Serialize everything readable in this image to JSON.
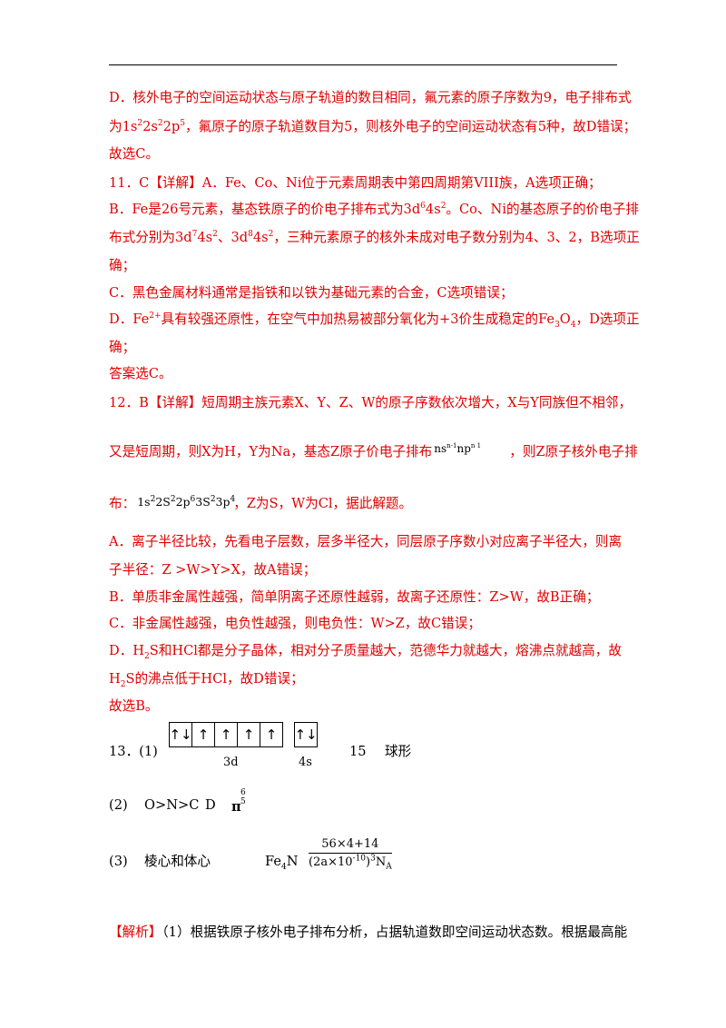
{
  "lines": {
    "d_line1": "D．核外电子的空间运动状态与原子轨道的数目相同，氟元素的原子序数为9，电子排布式",
    "d_line2_a": "为1s",
    "d_line2_b": "2s",
    "d_line2_c": "2p",
    "d_line2_d": "，氟原子的原子轨道数目为5，则核外电子的空间运动状态有5种，故D错误；",
    "ans10": "故选C。",
    "q11_a": "11．C【详解】A．Fe、Co、Ni位于元素周期表中第四周期第VIII族，A选项正确；",
    "q11_b1": "B．Fe是26号元素，基态铁原子的价电子排布式为3d",
    "q11_b2": "4s",
    "q11_b3": "。Co、Ni的基态原子的价电子排",
    "q11_b4": "布式分别为3d",
    "q11_b5": "4s",
    "q11_b6": "、3d",
    "q11_b7": "4s",
    "q11_b8": "，三种元素原子的核外未成对电子数分别为4、3、2，B选项正",
    "q11_b9": "确；",
    "q11_c": "C．黑色金属材料通常是指铁和以铁为基础元素的合金，C选项错误；",
    "q11_d1": "D．Fe",
    "q11_d2": "具有较强还原性，在空气中加热易被部分氧化为+3价生成稳定的Fe",
    "q11_d3": "O",
    "q11_d4": "，D选项正",
    "q11_d5": "确；",
    "ans11": "答案选C。",
    "q12_1": "12．B【详解】短周期主族元素X、Y、Z、W的原子序数依次增大，X与Y同族但不相邻，",
    "q12_2a": "又是短周期，则X为H，Y为Na，基态Z原子价电子排布",
    "q12_2b": "，则Z原子核外电子排",
    "q12_3a": "布：",
    "q12_3b": "，Z为S，W为Cl，据此解题。",
    "q12_A1": "A．离子半径比较，先看电子层数，层多半径大，同层原子序数小对应离子半径大，则离",
    "q12_A2": "子半径：Z >W>Y>X，故A错误；",
    "q12_B": "B．单质非金属性越强，简单阴离子还原性越弱，故离子还原性：Z>W，故B正确；",
    "q12_C": "C．非金属性越强，电负性越强，则电负性：W>Z，故C错误；",
    "q12_D1a": "D．H",
    "q12_D1b": "S和HCl都是分子晶体，相对分子质量越大，范德华力就越大，熔沸点就越高，故",
    "q12_D2a": "H",
    "q12_D2b": "S的沸点低于HCl，故D错误；",
    "ans12": "故选B。",
    "q13_1": "13．(1)",
    "q13_1_15": "15",
    "q13_1_shape": "球形",
    "q13_2": "(2)",
    "q13_2_a": "O>N>C",
    "q13_2_b": "D",
    "q13_2_pi": "π",
    "q13_3": "(3)",
    "q13_3_a": "棱心和体心",
    "q13_3_b": "Fe",
    "q13_3_c": "N",
    "jiexi_a": "【解析】",
    "jiexi_b": "（1）根据铁原子核外电子排布分析，占据轨道数即空间运动状态数。根据最高能"
  },
  "sup": {
    "s2": "2",
    "s5": "5",
    "s6": "6",
    "s7": "7",
    "s8": "8",
    "s2p": "2+",
    "nsnp": "ns",
    "n1": "n-1",
    "np": "np",
    "n2": "n  1",
    "pi_top": "6",
    "pi_bot": "5"
  },
  "sub": {
    "s3": "3",
    "s4": "4",
    "s2": "2"
  },
  "config": {
    "a": "1s",
    "b": "2S",
    "c": "2p",
    "d": "3S",
    "e": "3p",
    "pa": "2",
    "pb": "2",
    "pc": "6",
    "pd": "2",
    "pe": "4"
  },
  "orbital": {
    "d_boxes": [
      "↑↓",
      "↑",
      "↑",
      "↑",
      "↑"
    ],
    "s_boxes": [
      "↑↓"
    ],
    "label_3d": "3d",
    "label_4s": "4s"
  },
  "fraction": {
    "numerator": "56×4+14",
    "den_a": "(2a×10",
    "den_exp": "-10",
    "den_b": ")",
    "den_pow": "3",
    "den_c": "N",
    "den_sub": "A"
  },
  "formula": {
    "fe_sub": "4"
  }
}
